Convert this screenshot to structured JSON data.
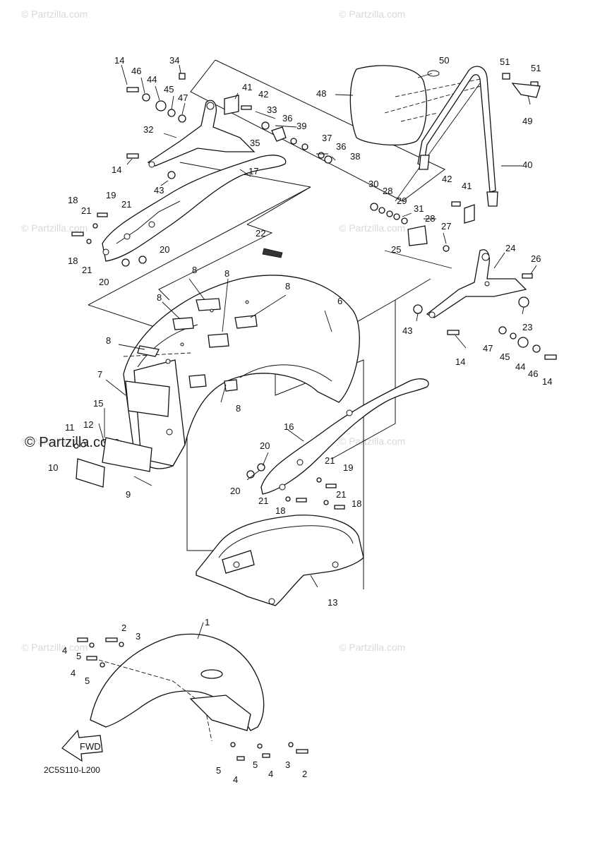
{
  "watermark": {
    "text": "© Partzilla.com",
    "main_text": "© Partzilla.com"
  },
  "diagram_code": "2C5S110-L200",
  "fwd_label": "FWD",
  "callouts": [
    {
      "id": "c14a",
      "text": "14"
    },
    {
      "id": "c46a",
      "text": "46"
    },
    {
      "id": "c44a",
      "text": "44"
    },
    {
      "id": "c45a",
      "text": "45"
    },
    {
      "id": "c47a",
      "text": "47"
    },
    {
      "id": "c34",
      "text": "34"
    },
    {
      "id": "c41a",
      "text": "41"
    },
    {
      "id": "c42a",
      "text": "42"
    },
    {
      "id": "c33",
      "text": "33"
    },
    {
      "id": "c36a",
      "text": "36"
    },
    {
      "id": "c39",
      "text": "39"
    },
    {
      "id": "c35",
      "text": "35"
    },
    {
      "id": "c37",
      "text": "37"
    },
    {
      "id": "c36b",
      "text": "36"
    },
    {
      "id": "c38",
      "text": "38"
    },
    {
      "id": "c32",
      "text": "32"
    },
    {
      "id": "c14b",
      "text": "14"
    },
    {
      "id": "c43a",
      "text": "43"
    },
    {
      "id": "c17",
      "text": "17"
    },
    {
      "id": "c18a",
      "text": "18"
    },
    {
      "id": "c19a",
      "text": "19"
    },
    {
      "id": "c21a",
      "text": "21"
    },
    {
      "id": "c21b",
      "text": "21"
    },
    {
      "id": "c18b",
      "text": "18"
    },
    {
      "id": "c21c",
      "text": "21"
    },
    {
      "id": "c20a",
      "text": "20"
    },
    {
      "id": "c20b",
      "text": "20"
    },
    {
      "id": "c22",
      "text": "22"
    },
    {
      "id": "c50",
      "text": "50"
    },
    {
      "id": "c48",
      "text": "48"
    },
    {
      "id": "c51a",
      "text": "51"
    },
    {
      "id": "c51b",
      "text": "51"
    },
    {
      "id": "c49",
      "text": "49"
    },
    {
      "id": "c40",
      "text": "40"
    },
    {
      "id": "c30",
      "text": "30"
    },
    {
      "id": "c28a",
      "text": "28"
    },
    {
      "id": "c29",
      "text": "29"
    },
    {
      "id": "c31",
      "text": "31"
    },
    {
      "id": "c42b",
      "text": "42"
    },
    {
      "id": "c41b",
      "text": "41"
    },
    {
      "id": "c28b",
      "text": "28"
    },
    {
      "id": "c27",
      "text": "27"
    },
    {
      "id": "c25",
      "text": "25"
    },
    {
      "id": "c24",
      "text": "24"
    },
    {
      "id": "c26",
      "text": "26"
    },
    {
      "id": "c8a",
      "text": "8"
    },
    {
      "id": "c8b",
      "text": "8"
    },
    {
      "id": "c8c",
      "text": "8"
    },
    {
      "id": "c8d",
      "text": "8"
    },
    {
      "id": "c8e",
      "text": "8"
    },
    {
      "id": "c8f",
      "text": "8"
    },
    {
      "id": "c6",
      "text": "6"
    },
    {
      "id": "c43b",
      "text": "43"
    },
    {
      "id": "c23",
      "text": "23"
    },
    {
      "id": "c47b",
      "text": "47"
    },
    {
      "id": "c45b",
      "text": "45"
    },
    {
      "id": "c44b",
      "text": "44"
    },
    {
      "id": "c46b",
      "text": "46"
    },
    {
      "id": "c14c",
      "text": "14"
    },
    {
      "id": "c14d",
      "text": "14"
    },
    {
      "id": "c7",
      "text": "7"
    },
    {
      "id": "c15",
      "text": "15"
    },
    {
      "id": "c11",
      "text": "11"
    },
    {
      "id": "c12",
      "text": "12"
    },
    {
      "id": "c10",
      "text": "10"
    },
    {
      "id": "c9",
      "text": "9"
    },
    {
      "id": "c16",
      "text": "16"
    },
    {
      "id": "c20c",
      "text": "20"
    },
    {
      "id": "c20d",
      "text": "20"
    },
    {
      "id": "c21d",
      "text": "21"
    },
    {
      "id": "c19b",
      "text": "19"
    },
    {
      "id": "c21e",
      "text": "21"
    },
    {
      "id": "c21f",
      "text": "21"
    },
    {
      "id": "c18c",
      "text": "18"
    },
    {
      "id": "c18d",
      "text": "18"
    },
    {
      "id": "c13",
      "text": "13"
    },
    {
      "id": "c1",
      "text": "1"
    },
    {
      "id": "c2a",
      "text": "2"
    },
    {
      "id": "c3a",
      "text": "3"
    },
    {
      "id": "c4a",
      "text": "4"
    },
    {
      "id": "c5a",
      "text": "5"
    },
    {
      "id": "c4b",
      "text": "4"
    },
    {
      "id": "c5b",
      "text": "5"
    },
    {
      "id": "c5c",
      "text": "5"
    },
    {
      "id": "c4c",
      "text": "4"
    },
    {
      "id": "c5d",
      "text": "5"
    },
    {
      "id": "c4d",
      "text": "4"
    },
    {
      "id": "c3b",
      "text": "3"
    },
    {
      "id": "c2b",
      "text": "2"
    }
  ]
}
